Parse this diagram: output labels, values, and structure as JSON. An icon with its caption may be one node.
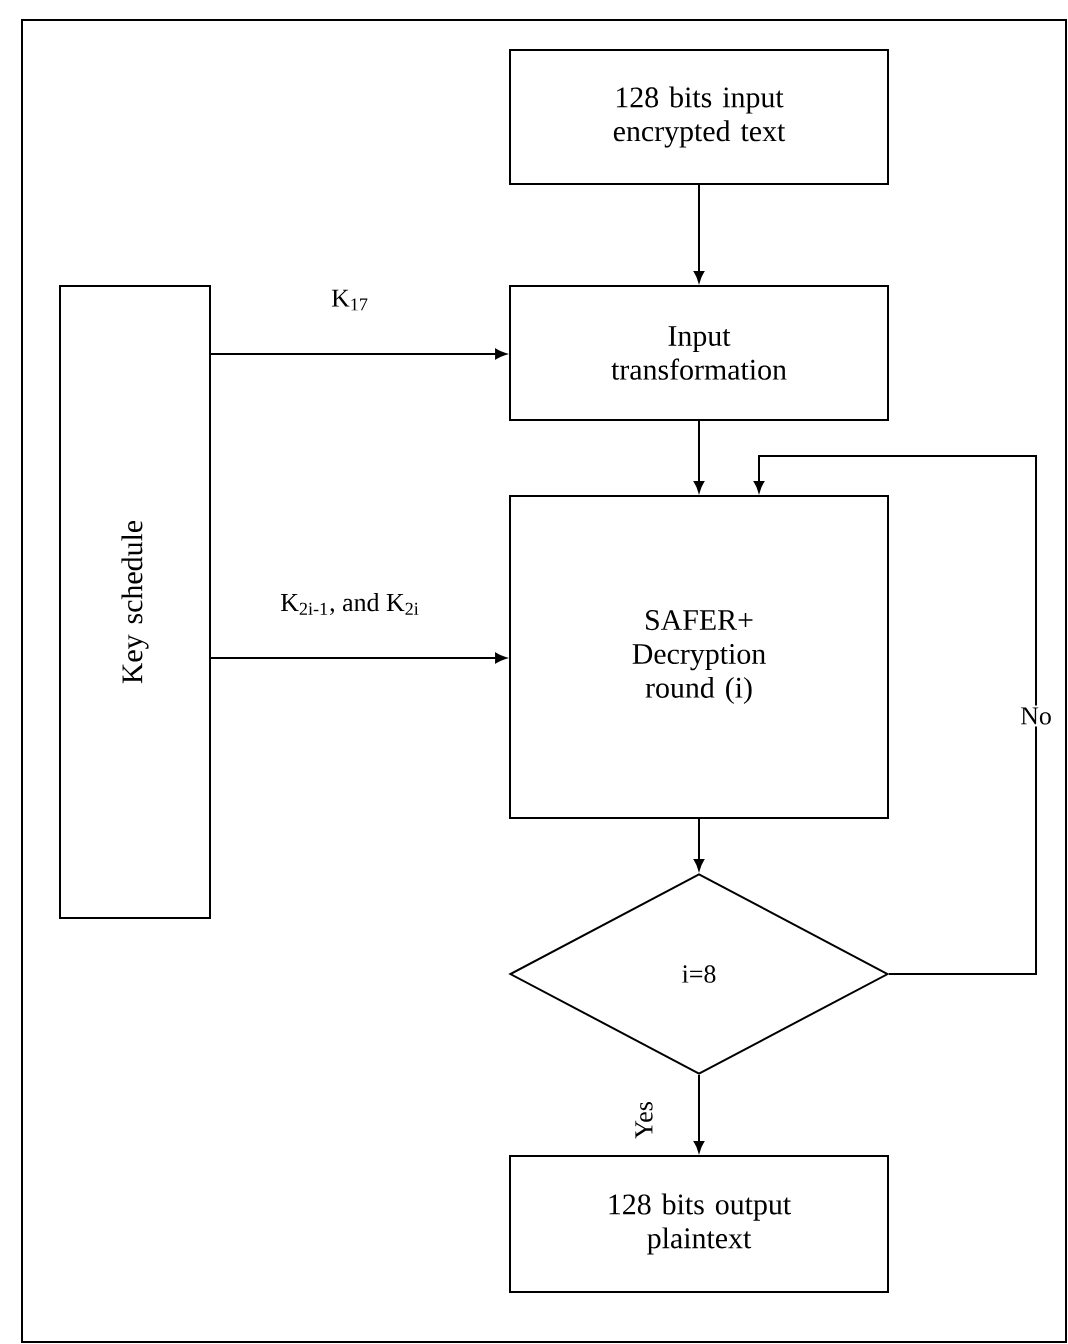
{
  "diagram": {
    "nodes": [
      {
        "text": [
          "128 bits input encrypted text"
        ]
      },
      {
        "text": [
          "Input transformation"
        ]
      },
      {
        "text": [
          "Key schedule"
        ]
      },
      {
        "text": [
          "SAFER+ Decryption round (i)"
        ]
      },
      {
        "text": [
          "i=8"
        ]
      },
      {
        "text": [
          "128 bits output plaintext"
        ]
      }
    ],
    "edges": [
      {
        "from": 0,
        "to": 1,
        "arrow": "to"
      },
      {
        "from": 2,
        "to": 1,
        "arrow": "to",
        "label": "K$_{17}$"
      },
      {
        "from": 2,
        "to": 3,
        "arrow": "to",
        "label": "K$_{2i-1}$, and K$_{2i}$"
      },
      {
        "from": 1,
        "to": 3,
        "arrow": "to"
      },
      {
        "from": 3,
        "to": 4,
        "arrow": "to"
      },
      {
        "from": 4,
        "to": 5,
        "arrow": "to",
        "label": "Yes"
      },
      {
        "from": 4,
        "to": 3,
        "arrow": "to",
        "label": "No"
      }
    ]
  }
}
